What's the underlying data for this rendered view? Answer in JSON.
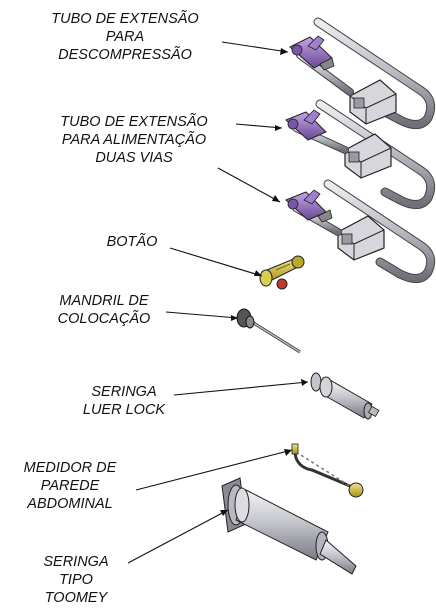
{
  "labels": {
    "decompression_tube": [
      "TUBO DE EXTENSÃO",
      "PARA",
      "DESCOMPRESSÃO"
    ],
    "feeding_tube": [
      "TUBO DE EXTENSÃO",
      "PARA ALIMENTAÇÃO",
      "DUAS VIAS"
    ],
    "button": [
      "BOTÃO"
    ],
    "placement_stylet": [
      "MANDRIL DE",
      "COLOCAÇÃO"
    ],
    "luer_lock_syringe": [
      "SERINGA",
      "LUER LOCK"
    ],
    "wall_gauge": [
      "MEDIDOR DE",
      "PAREDE",
      "ABDOMINAL"
    ],
    "toomey_syringe": [
      "SERINGA",
      "TIPO",
      "TOOMEY"
    ]
  },
  "colors": {
    "line": "#111111",
    "metal": "#c9c9cf",
    "metal_dark": "#7d7d85",
    "purple": "#8a62b8",
    "gold": "#d8c23a",
    "red": "#c0392b"
  }
}
